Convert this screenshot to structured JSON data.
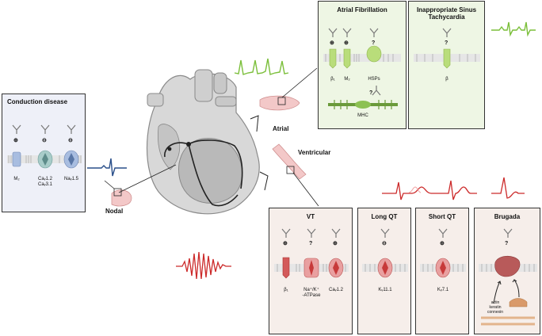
{
  "conduction": {
    "title": "Conduction disease",
    "signs": [
      "⊕",
      "⊖",
      "⊖"
    ],
    "labels": [
      "M₂",
      "Caᵥ1.2\nCaᵥ3.1",
      "Naᵥ1.5"
    ]
  },
  "afib": {
    "title": "Atrial Fibrillation",
    "signs": [
      "⊕",
      "⊕",
      "?",
      "?"
    ],
    "labels": [
      "β₁",
      "M₂",
      "HSPs",
      "MHC"
    ]
  },
  "ist": {
    "title_line1": "Inappropriate Sinus",
    "title_line2": "Tachycardia",
    "signs": [
      "?"
    ],
    "labels": [
      "β"
    ]
  },
  "vt": {
    "title": "VT",
    "signs": [
      "⊕",
      "?",
      "⊕"
    ],
    "labels": [
      "β₁",
      "Na⁺/K⁺\n-ATPase",
      "Caᵥ1.2"
    ]
  },
  "lqt": {
    "title": "Long QT",
    "sign": "⊖",
    "label": "Kᵥ11.1"
  },
  "sqt": {
    "title": "Short QT",
    "sign": "⊕",
    "label": "Kᵥ7.1"
  },
  "brugada": {
    "title": "Brugada",
    "sign": "?",
    "proteins": [
      "actin",
      "keratin",
      "connexin"
    ]
  },
  "regions": {
    "nodal": "Nodal",
    "atrial": "Atrial",
    "ventricular": "Ventricular"
  },
  "colors": {
    "conduction_bg": "#eef0f8",
    "afib_bg": "#eef6e4",
    "vent_bg": "#f6eeea",
    "green": "#7bbf3a",
    "red": "#cc2a2a",
    "blue": "#2a4f8a",
    "teal": "#8ec7c7"
  }
}
